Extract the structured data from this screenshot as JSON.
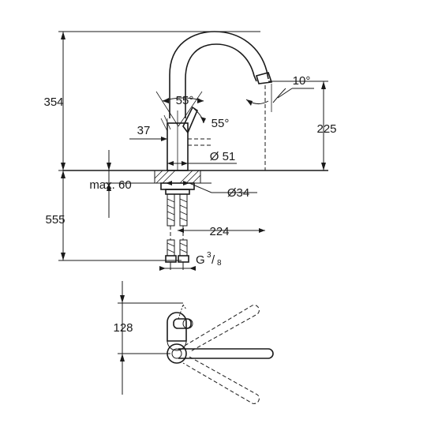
{
  "dimensions": {
    "total_height": "354",
    "spout_height": "225",
    "lever_angle_top": "55°",
    "lever_angle_side": "55°",
    "spout_tilt": "10°",
    "lever_offset": "37",
    "body_diameter": "Ø 51",
    "deck_thickness": "max. 60",
    "hole_diameter": "Ø34",
    "hose_length": "555",
    "spout_reach": "224",
    "connection_thread_prefix": "G",
    "connection_thread_num": "3",
    "connection_thread_den": "8",
    "plan_offset": "128"
  }
}
